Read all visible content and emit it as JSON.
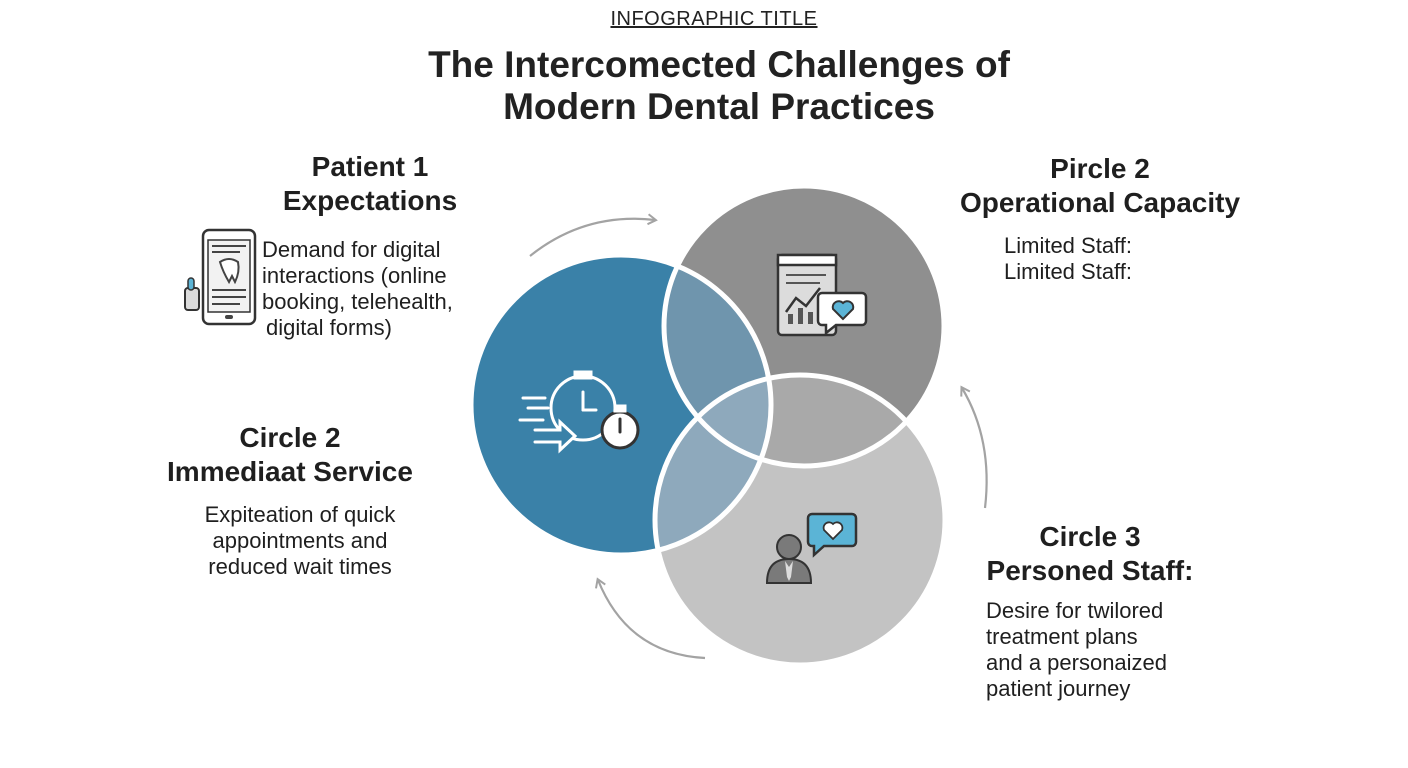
{
  "header": {
    "kicker": "INFOGRAPHIC TITLE",
    "title_line1": "The Intercomected Challenges of",
    "title_line2": "Modern Dental Practices"
  },
  "sections": {
    "patient_expectations": {
      "heading_line1": "Patient 1",
      "heading_line2": "Expectations",
      "body": [
        "Demand for digital",
        "interactions (online",
        "booking, telehealth,",
        "digital forms)"
      ],
      "icon": "phone-tooth-icon"
    },
    "immediate_service": {
      "heading_line1": "Circle 2",
      "heading_line2": "Immediaat Service",
      "body": [
        "Expiteation of quick",
        "appointments and",
        "reduced wait times"
      ],
      "icon": "stopwatch-icon"
    },
    "operational_capacity": {
      "heading_line1": "Pircle 2",
      "heading_line2": "Operational Capacity",
      "body": [
        "Limited Staff:",
        "Limited Staff:"
      ],
      "icon": "chart-heart-icon"
    },
    "personed_staff": {
      "heading_line1": "Circle 3",
      "heading_line2": "Personed Staff:",
      "body": [
        "Desire for twilored",
        "treatment plans",
        "and a personaized",
        "patient journey"
      ],
      "icon": "person-heart-icon"
    }
  },
  "colors": {
    "blue_circle": "#3a81a8",
    "dark_gray_circle": "#8f8f8f",
    "light_gray_circle": "#c3c3c3",
    "overlap_blue_gray": "#6f95ad",
    "overlap_blue_light": "#8ea9bc",
    "arrow": "#a3a3a3",
    "icon_accent": "#5bb4d6"
  }
}
